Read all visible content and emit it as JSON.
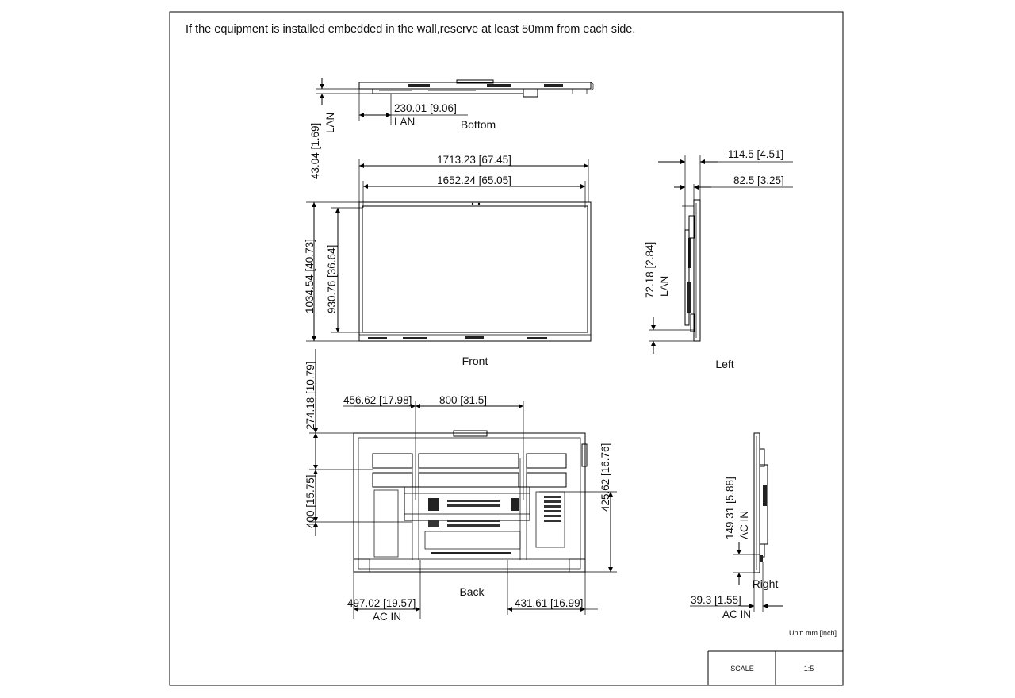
{
  "note": "If the equipment is installed embedded in the wall,reserve at least 50mm from each side.",
  "views": {
    "bottom": "Bottom",
    "front": "Front",
    "left": "Left",
    "back": "Back",
    "right": "Right"
  },
  "dims": {
    "bottom_230": "230.01  [9.06]",
    "bottom_lan": "LAN",
    "h_43": "43.04  [1.69]",
    "h_43_lan": "LAN",
    "w_1713": "1713.23  [67.45]",
    "w_1652": "1652.24  [65.05]",
    "h_1034": "1034.54  [40.73]",
    "h_930": "930.76  [36.64]",
    "left_114": "114.5  [4.51]",
    "left_82": "82.5  [3.25]",
    "left_72": "72.18  [2.84]",
    "left_lan": "LAN",
    "h_274": "274.18  [10.79]",
    "w_456": "456.62  [17.98]",
    "w_800": "800  [31.5]",
    "h_400": "400  [15.75]",
    "h_425": "425.62  [16.76]",
    "w_497": "497.02  [19.57]",
    "back_acin": "AC IN",
    "w_431": "431.61  [16.99]",
    "right_149": "149.31  [5.88]",
    "right_acin_v": "AC IN",
    "right_39": "39.3  [1.55]",
    "right_acin": "AC IN"
  },
  "unit": "Unit: mm [inch]",
  "scale_label": "SCALE",
  "scale_value": "1:5"
}
